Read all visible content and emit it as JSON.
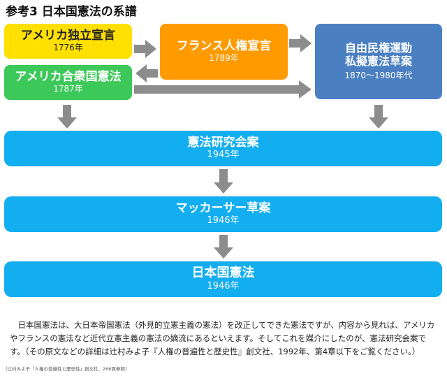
{
  "title": "参考3 日本国憲法の系譜",
  "nodes": {
    "us_independence": {
      "name": "アメリカ独立宣言",
      "year": "1776年",
      "color": "#ffe000"
    },
    "us_constitution": {
      "name": "アメリカ合衆国憲法",
      "year": "1787年",
      "color": "#3dc85a"
    },
    "french_declaration": {
      "name": "フランス人権宣言",
      "year": "1789年",
      "color": "#ff9a00"
    },
    "jiyu_minken": {
      "name_line1": "自由民権運動",
      "name_line2": "私擬憲法草案",
      "year": "1870～1980年代",
      "color": "#4a7fc1"
    },
    "kenpo_kenkyukai": {
      "name": "憲法研究会案",
      "year": "1945年",
      "color": "#12aef0"
    },
    "macarthur": {
      "name": "マッカーサー草案",
      "year": "1946年",
      "color": "#12aef0"
    },
    "nihonkoku": {
      "name": "日本国憲法",
      "year": "1946年",
      "color": "#12aef0"
    }
  },
  "edges": [
    {
      "from": "us_independence",
      "to": "french_declaration"
    },
    {
      "from": "french_declaration",
      "to": "us_constitution"
    },
    {
      "from": "french_declaration",
      "to": "jiyu_minken"
    },
    {
      "from": "us_constitution",
      "to": "jiyu_minken"
    },
    {
      "from": "us_constitution",
      "to": "kenpo_kenkyukai"
    },
    {
      "from": "jiyu_minken",
      "to": "kenpo_kenkyukai"
    },
    {
      "from": "kenpo_kenkyukai",
      "to": "macarthur"
    },
    {
      "from": "macarthur",
      "to": "nihonkoku"
    }
  ],
  "arrow_color": "#8c8c8c",
  "paragraph": "日本国憲法は、大日本帝国憲法（外見的立憲主義の憲法）を改正してできた憲法ですが、内容から見れば、アメリカやフランスの憲法など近代立憲主義の憲法の嫡流にあるといえます。そしてこれを媒介にしたのが、憲法研究会案です。（その原文などの詳細は辻村みよ子『人権の普遍性と歴史性』創文社、1992年、第4章以下をご覧ください。）",
  "source": "(辻村みよ子「人権の普遍性と歴史性」創文社、266頁参照)"
}
